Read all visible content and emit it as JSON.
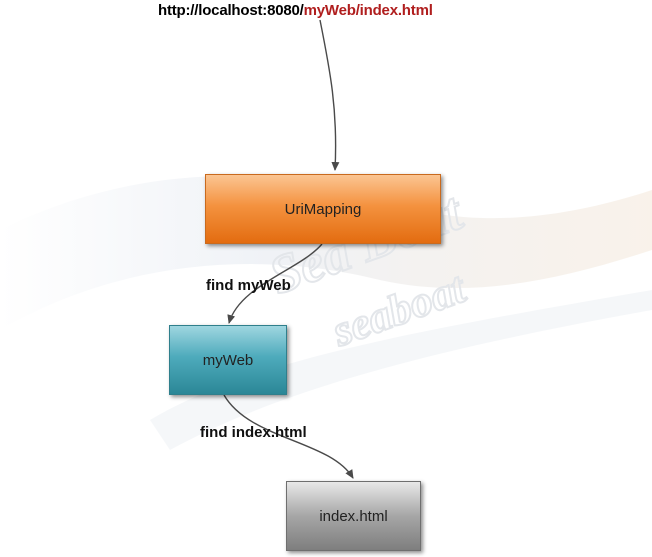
{
  "url": {
    "prefix": "http://localhost:8080/",
    "highlight": "myWeb/index.html"
  },
  "nodes": {
    "urimapping": "UriMapping",
    "myweb": "myWeb",
    "indexhtml": "index.html"
  },
  "edges": {
    "find_myweb": "find myWeb",
    "find_index": "find index.html"
  },
  "watermark": [
    "Sea Boat",
    "seaboat"
  ],
  "colors": {
    "urimapping": "#f4923f",
    "myweb": "#4eabbc",
    "indexhtml": "#a6a6a6",
    "url_highlight": "#b01e1e"
  }
}
